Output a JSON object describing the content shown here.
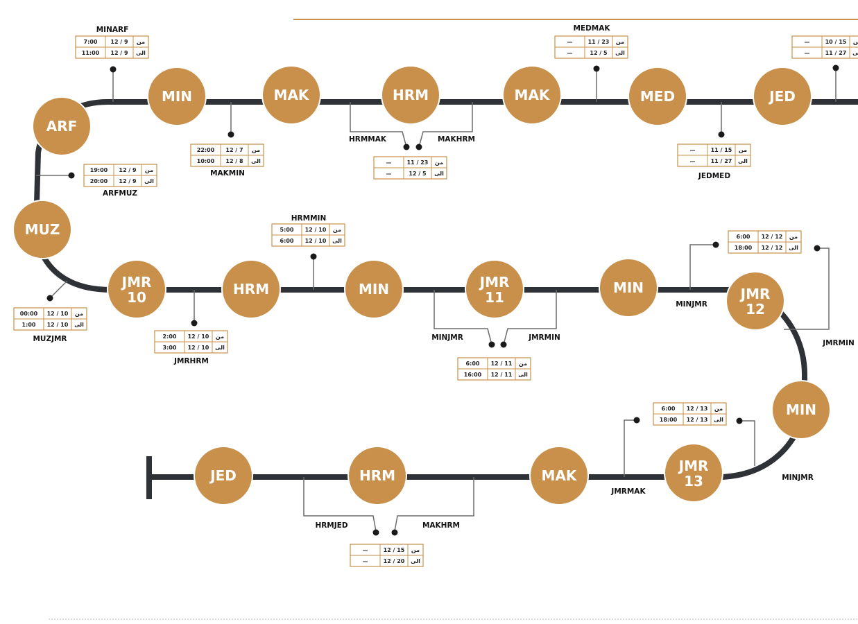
{
  "nodes": {
    "arf": {
      "label": "ARF"
    },
    "min1": {
      "label": "MIN"
    },
    "mak1": {
      "label": "MAK"
    },
    "hrm1": {
      "label": "HRM"
    },
    "mak2": {
      "label": "MAK"
    },
    "med": {
      "label": "MED"
    },
    "jed1": {
      "label": "JED"
    },
    "muz": {
      "label": "MUZ"
    },
    "jmr10": {
      "label": "JMR 10"
    },
    "hrm2": {
      "label": "HRM"
    },
    "min2": {
      "label": "MIN"
    },
    "jmr11": {
      "label": "JMR 11"
    },
    "min3": {
      "label": "MIN"
    },
    "jmr12": {
      "label": "JMR 12"
    },
    "min4": {
      "label": "MIN"
    },
    "jmr13": {
      "label": "JMR 13"
    },
    "mak3": {
      "label": "MAK"
    },
    "hrm3": {
      "label": "HRM"
    },
    "jed2": {
      "label": "JED"
    }
  },
  "captions": {
    "minarf": "MINARF",
    "medmak": "MEDMAK",
    "makmin": "MAKMIN",
    "hrmmak": "HRMMAK",
    "makhrm1": "MAKHRM",
    "jedmed": "JEDMED",
    "arfmuz": "ARFMUZ",
    "hrmmin": "HRMMIN",
    "muzjmr": "MUZJMR",
    "jmrhrm": "JMRHRM",
    "minjmr1": "MINJMR",
    "jmrmin1": "JMRMIN",
    "minjmr2": "MINJMR",
    "jmrmin2": "JMRMIN",
    "jmrmak": "JMRMAK",
    "minjmr3": "MINJMR",
    "hrmjed": "HRMJED",
    "makhrm2": "MAKHRM"
  },
  "tables": {
    "minarf": {
      "rows": [
        [
          "7:00",
          "12 / 9",
          "من"
        ],
        [
          "11:00",
          "12 / 9",
          "الى"
        ]
      ]
    },
    "medmak": {
      "rows": [
        [
          "—",
          "11 / 23",
          "من"
        ],
        [
          "—",
          "12 / 5",
          "الى"
        ]
      ]
    },
    "jed_top": {
      "rows": [
        [
          "—",
          "10 / 15",
          "من"
        ],
        [
          "—",
          "11 / 27",
          "الى"
        ]
      ]
    },
    "makmin": {
      "rows": [
        [
          "22:00",
          "12 / 7",
          "من"
        ],
        [
          "10:00",
          "12 / 8",
          "الى"
        ]
      ]
    },
    "hrm_mak": {
      "rows": [
        [
          "—",
          "11 / 23",
          "من"
        ],
        [
          "—",
          "12 / 5",
          "الى"
        ]
      ]
    },
    "jedmed": {
      "rows": [
        [
          "—",
          "11 / 15",
          "من"
        ],
        [
          "—",
          "11 / 27",
          "الى"
        ]
      ]
    },
    "arfmuz": {
      "rows": [
        [
          "19:00",
          "12 / 9",
          "من"
        ],
        [
          "20:00",
          "12 / 9",
          "الى"
        ]
      ]
    },
    "hrmmin": {
      "rows": [
        [
          "5:00",
          "12 / 10",
          "من"
        ],
        [
          "6:00",
          "12 / 10",
          "الى"
        ]
      ]
    },
    "muzjmr": {
      "rows": [
        [
          "00:00",
          "12 / 10",
          "من"
        ],
        [
          "1:00",
          "12 / 10",
          "الى"
        ]
      ]
    },
    "jmrhrm": {
      "rows": [
        [
          "2:00",
          "12 / 10",
          "من"
        ],
        [
          "3:00",
          "12 / 10",
          "الى"
        ]
      ]
    },
    "jmr11": {
      "rows": [
        [
          "6:00",
          "12 / 11",
          "من"
        ],
        [
          "16:00",
          "12 / 11",
          "الى"
        ]
      ]
    },
    "jmr12": {
      "rows": [
        [
          "6:00",
          "12 / 12",
          "من"
        ],
        [
          "18:00",
          "12 / 12",
          "الى"
        ]
      ]
    },
    "jmr13": {
      "rows": [
        [
          "6:00",
          "12 / 13",
          "من"
        ],
        [
          "18:00",
          "12 / 13",
          "الى"
        ]
      ]
    },
    "bottom": {
      "rows": [
        [
          "—",
          "12 / 15",
          "من"
        ],
        [
          "—",
          "12 / 20",
          "الى"
        ]
      ]
    }
  },
  "colors": {
    "node": "#C8904A",
    "track": "#2E3135",
    "leader": "#6B6B6B",
    "box_border": "#C8904A",
    "top_rule": "#C8904A"
  }
}
